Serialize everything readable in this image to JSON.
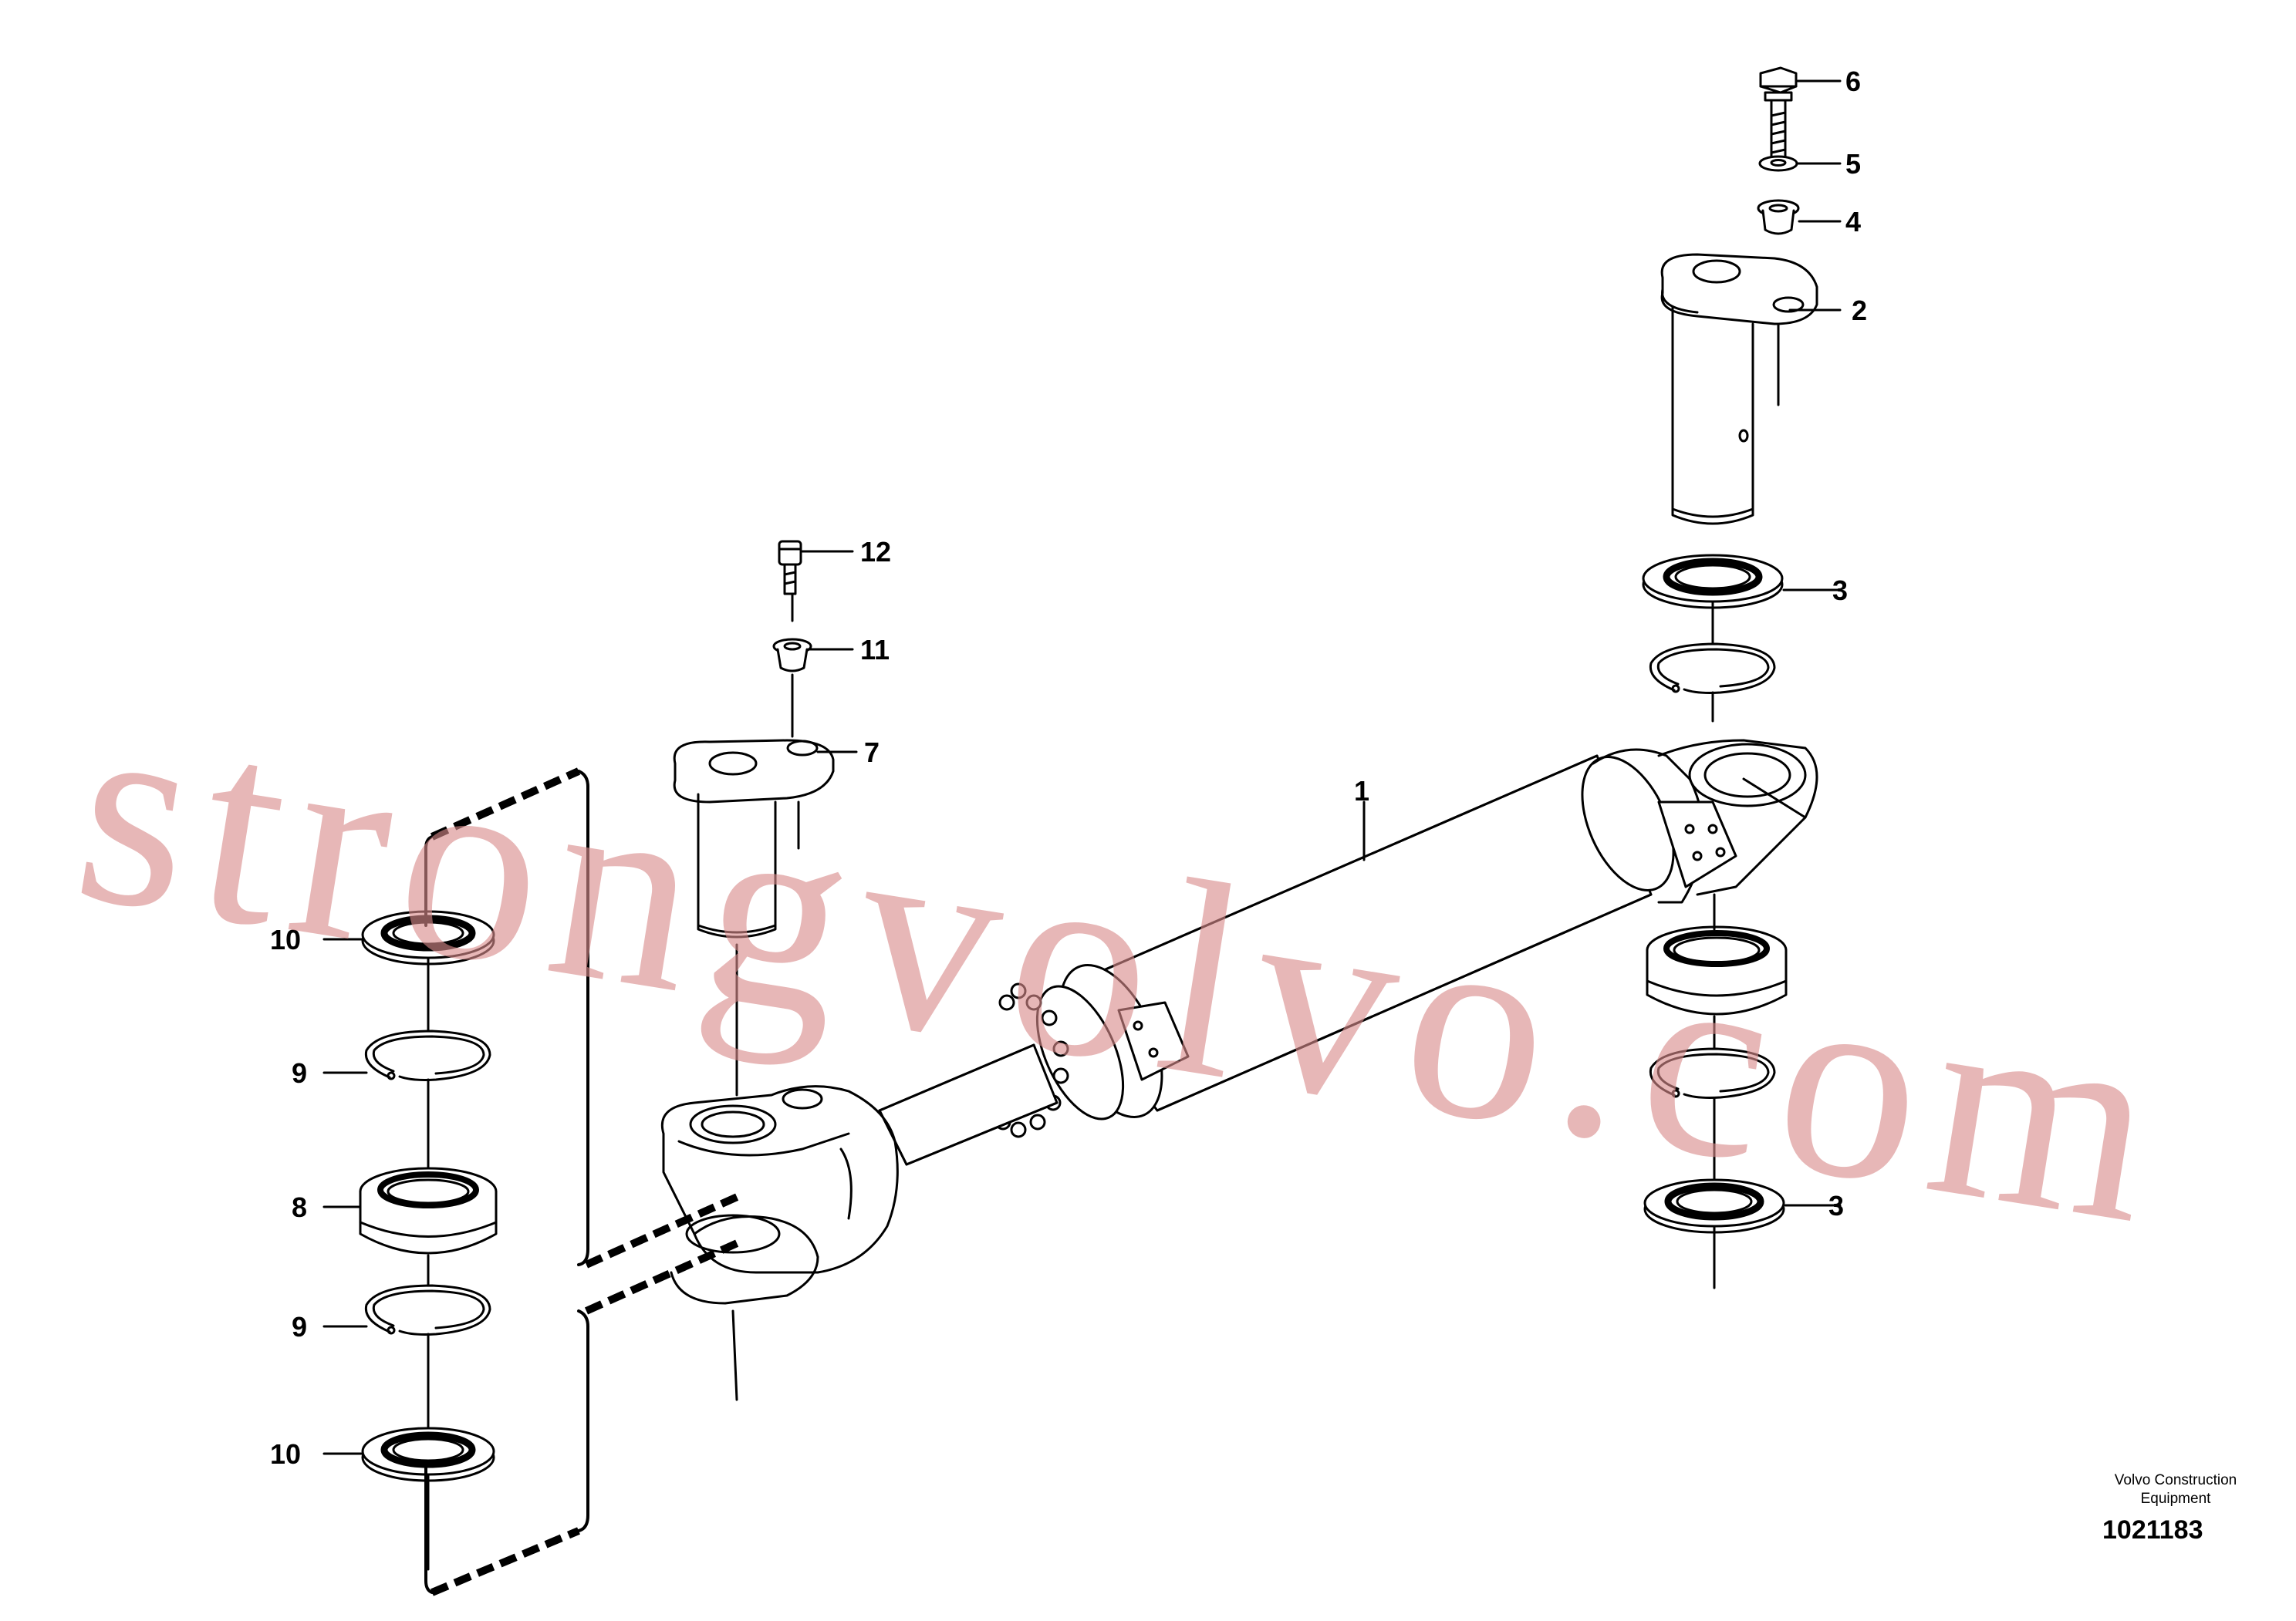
{
  "diagram": {
    "part_labels": {
      "p1": "1",
      "p2": "2",
      "p3a": "3",
      "p3b": "3",
      "p4": "4",
      "p5": "5",
      "p6": "6",
      "p7": "7",
      "p8": "8",
      "p9a": "9",
      "p9b": "9",
      "p10a": "10",
      "p10b": "10",
      "p11": "11",
      "p12": "12"
    },
    "credit_line1": "Volvo Construction",
    "credit_line2": "Equipment",
    "figure_number": "1021183",
    "watermark": "strongvolvo.com"
  }
}
